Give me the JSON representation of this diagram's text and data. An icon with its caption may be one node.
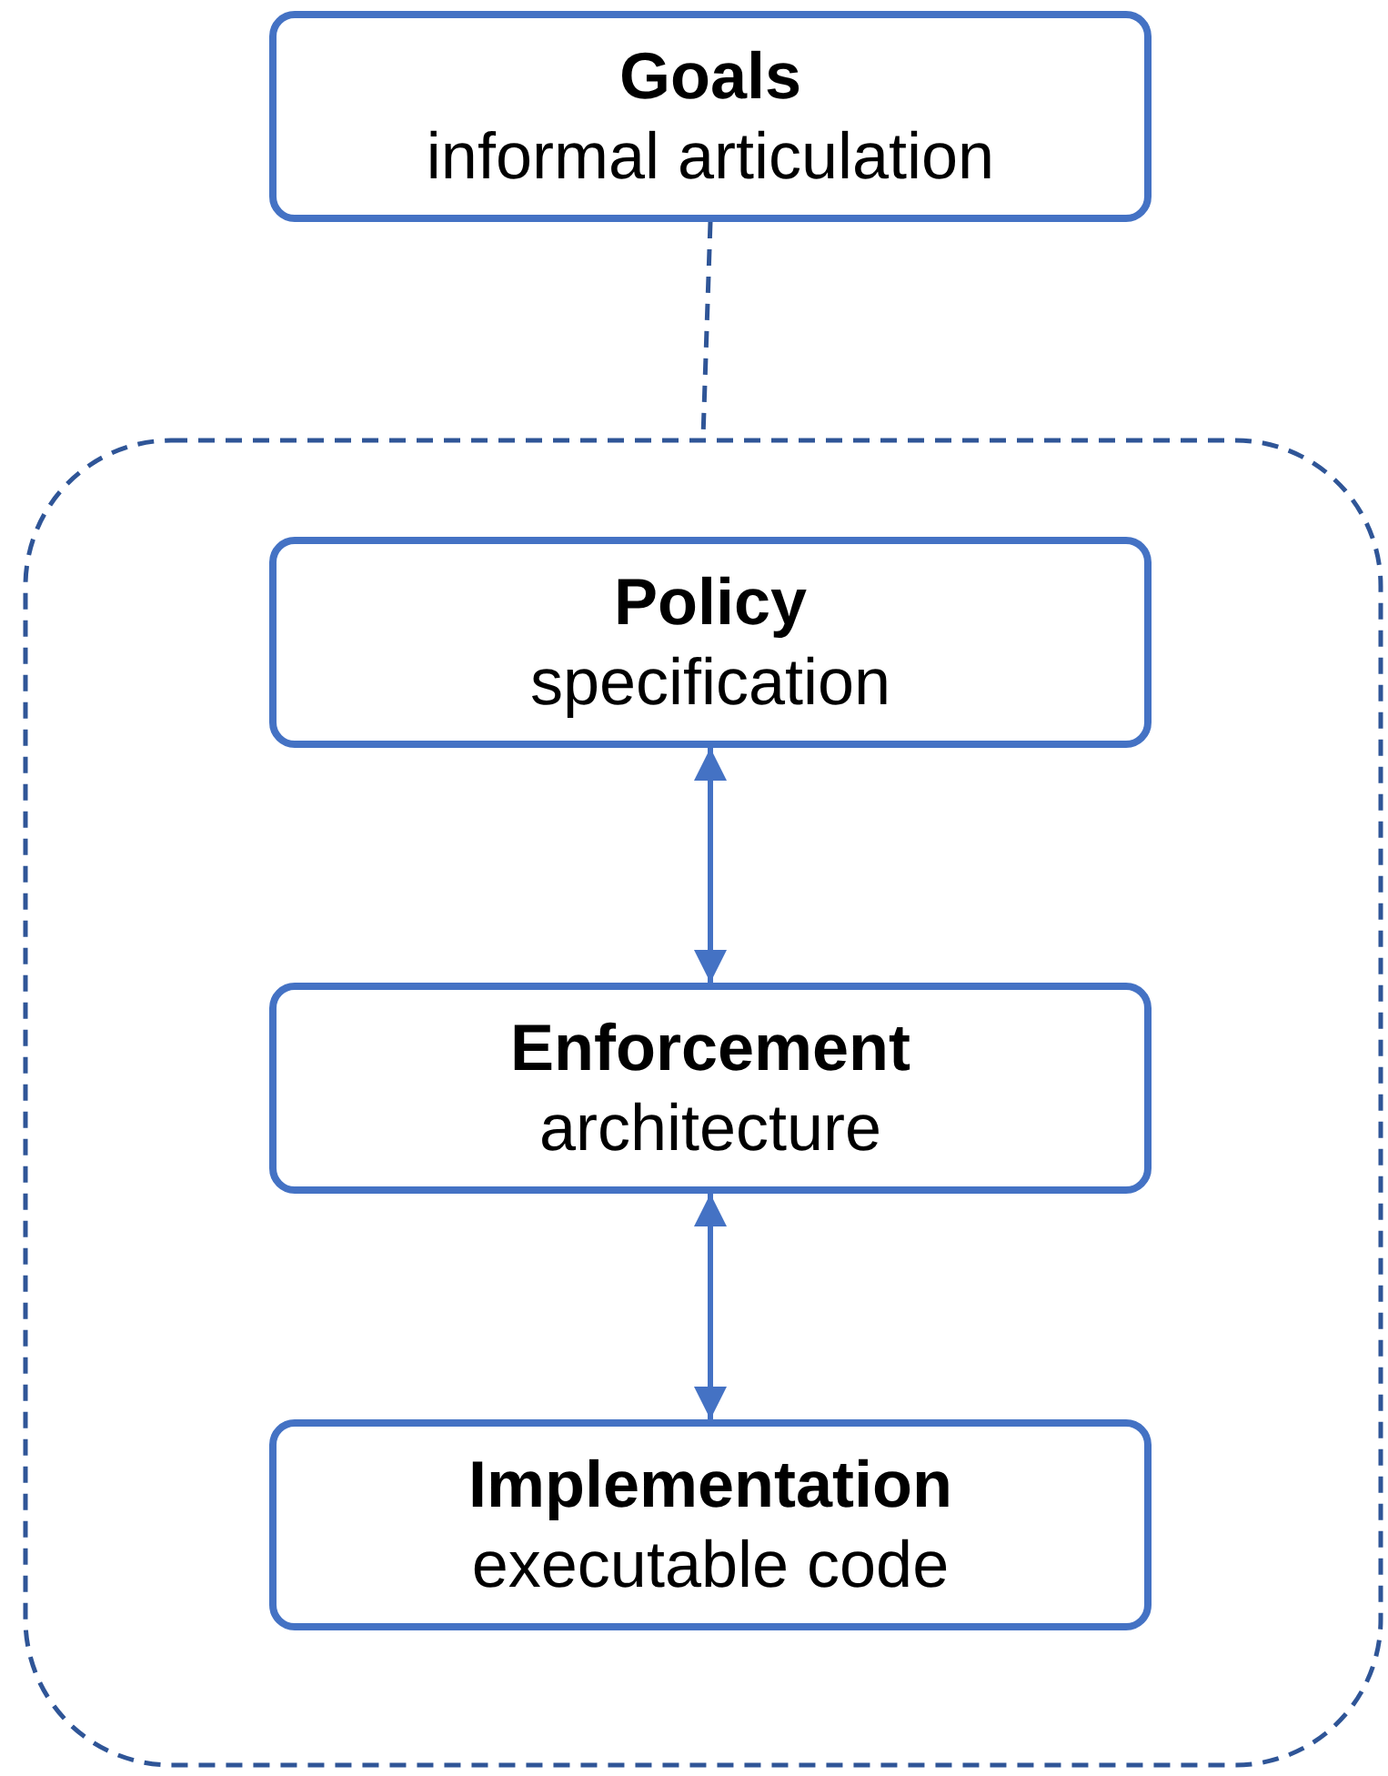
{
  "diagram": {
    "nodes": [
      {
        "text": [
          "Goals",
          "informal articulation"
        ]
      },
      {
        "text": [],
        "shape": "box"
      },
      {
        "text": [
          "Policy",
          "specification"
        ],
        "in": 1
      },
      {
        "text": [
          "Enforcement",
          "architecture"
        ],
        "in": 1
      },
      {
        "text": [
          "Implementation",
          "executable code"
        ],
        "in": 1
      }
    ],
    "edges": [
      {
        "from": 0,
        "to": 1,
        "arrow": "none",
        "style": "dashed",
        "color": "#2f5597"
      },
      {
        "from": 2,
        "to": 3,
        "arrow": "both"
      },
      {
        "from": 3,
        "to": 4,
        "arrow": "both"
      }
    ]
  }
}
